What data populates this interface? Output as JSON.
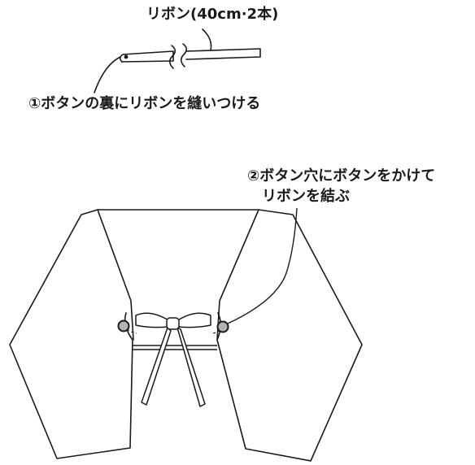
{
  "ribbon_label": "リボン(40cm·2本)",
  "step1_label": "①ボタンの裏にリボンを縫いつける",
  "step2_label_line1": "②ボタン穴にボタンをかけて",
  "step2_label_line2": "リボンを結ぶ",
  "colors": {
    "line": "#1a1a1a",
    "button_fill": "#b3b3b3",
    "background": "#ffffff"
  }
}
